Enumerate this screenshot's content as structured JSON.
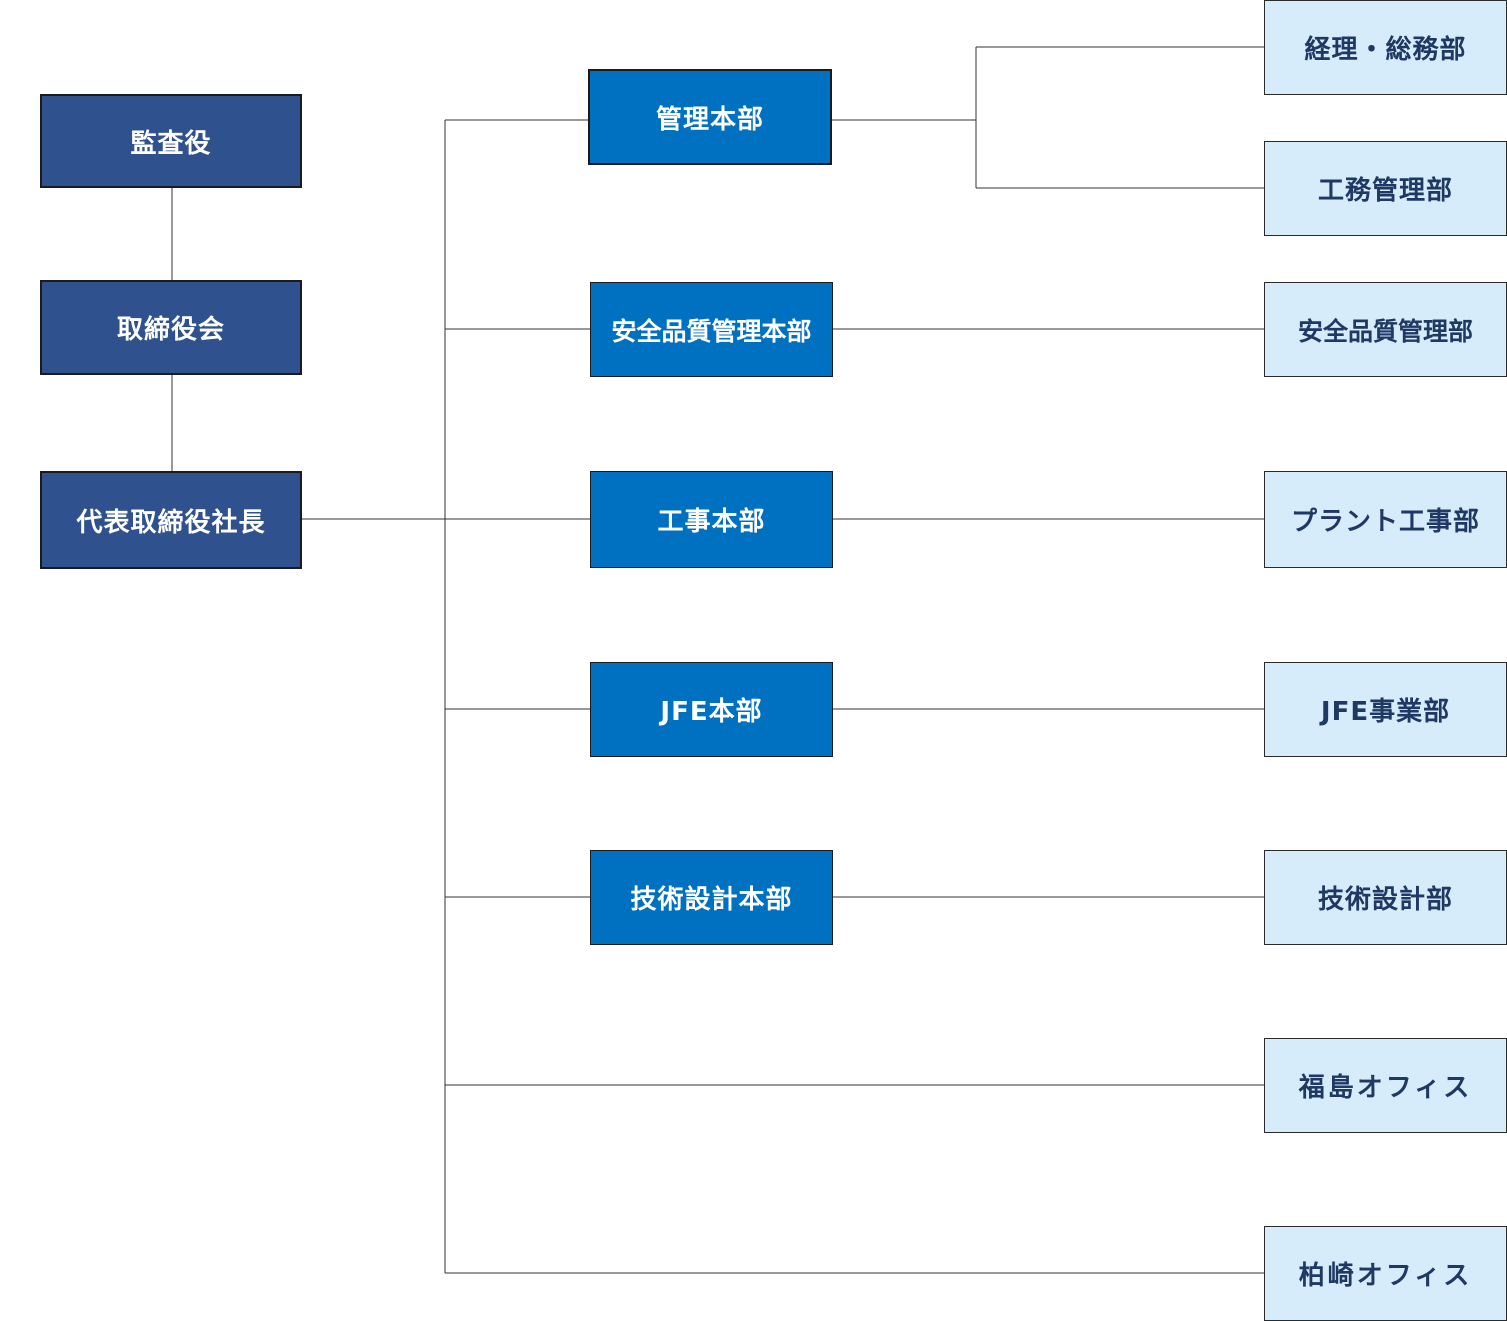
{
  "executives": {
    "auditor": "監査役",
    "board": "取締役会",
    "president": "代表取締役社長"
  },
  "headquarters": {
    "administration": "管理本部",
    "safety_quality": "安全品質管理本部",
    "construction": "工事本部",
    "jfe": "JFE本部",
    "engineering": "技術設計本部"
  },
  "departments": {
    "accounting_general_affairs": "経理・総務部",
    "works_management": "工務管理部",
    "safety_quality": "安全品質管理部",
    "plant_construction": "プラント工事部",
    "jfe_business": "JFE事業部",
    "engineering_design": "技術設計部",
    "fukushima_office": "福島オフィス",
    "kashiwazaki_office": "柏崎オフィス"
  },
  "colors": {
    "executive_fill": "#2f528f",
    "headquarters_fill": "#0070c0",
    "department_fill": "#d6ecfa",
    "department_text": "#1f3864",
    "connector": "#333333"
  }
}
